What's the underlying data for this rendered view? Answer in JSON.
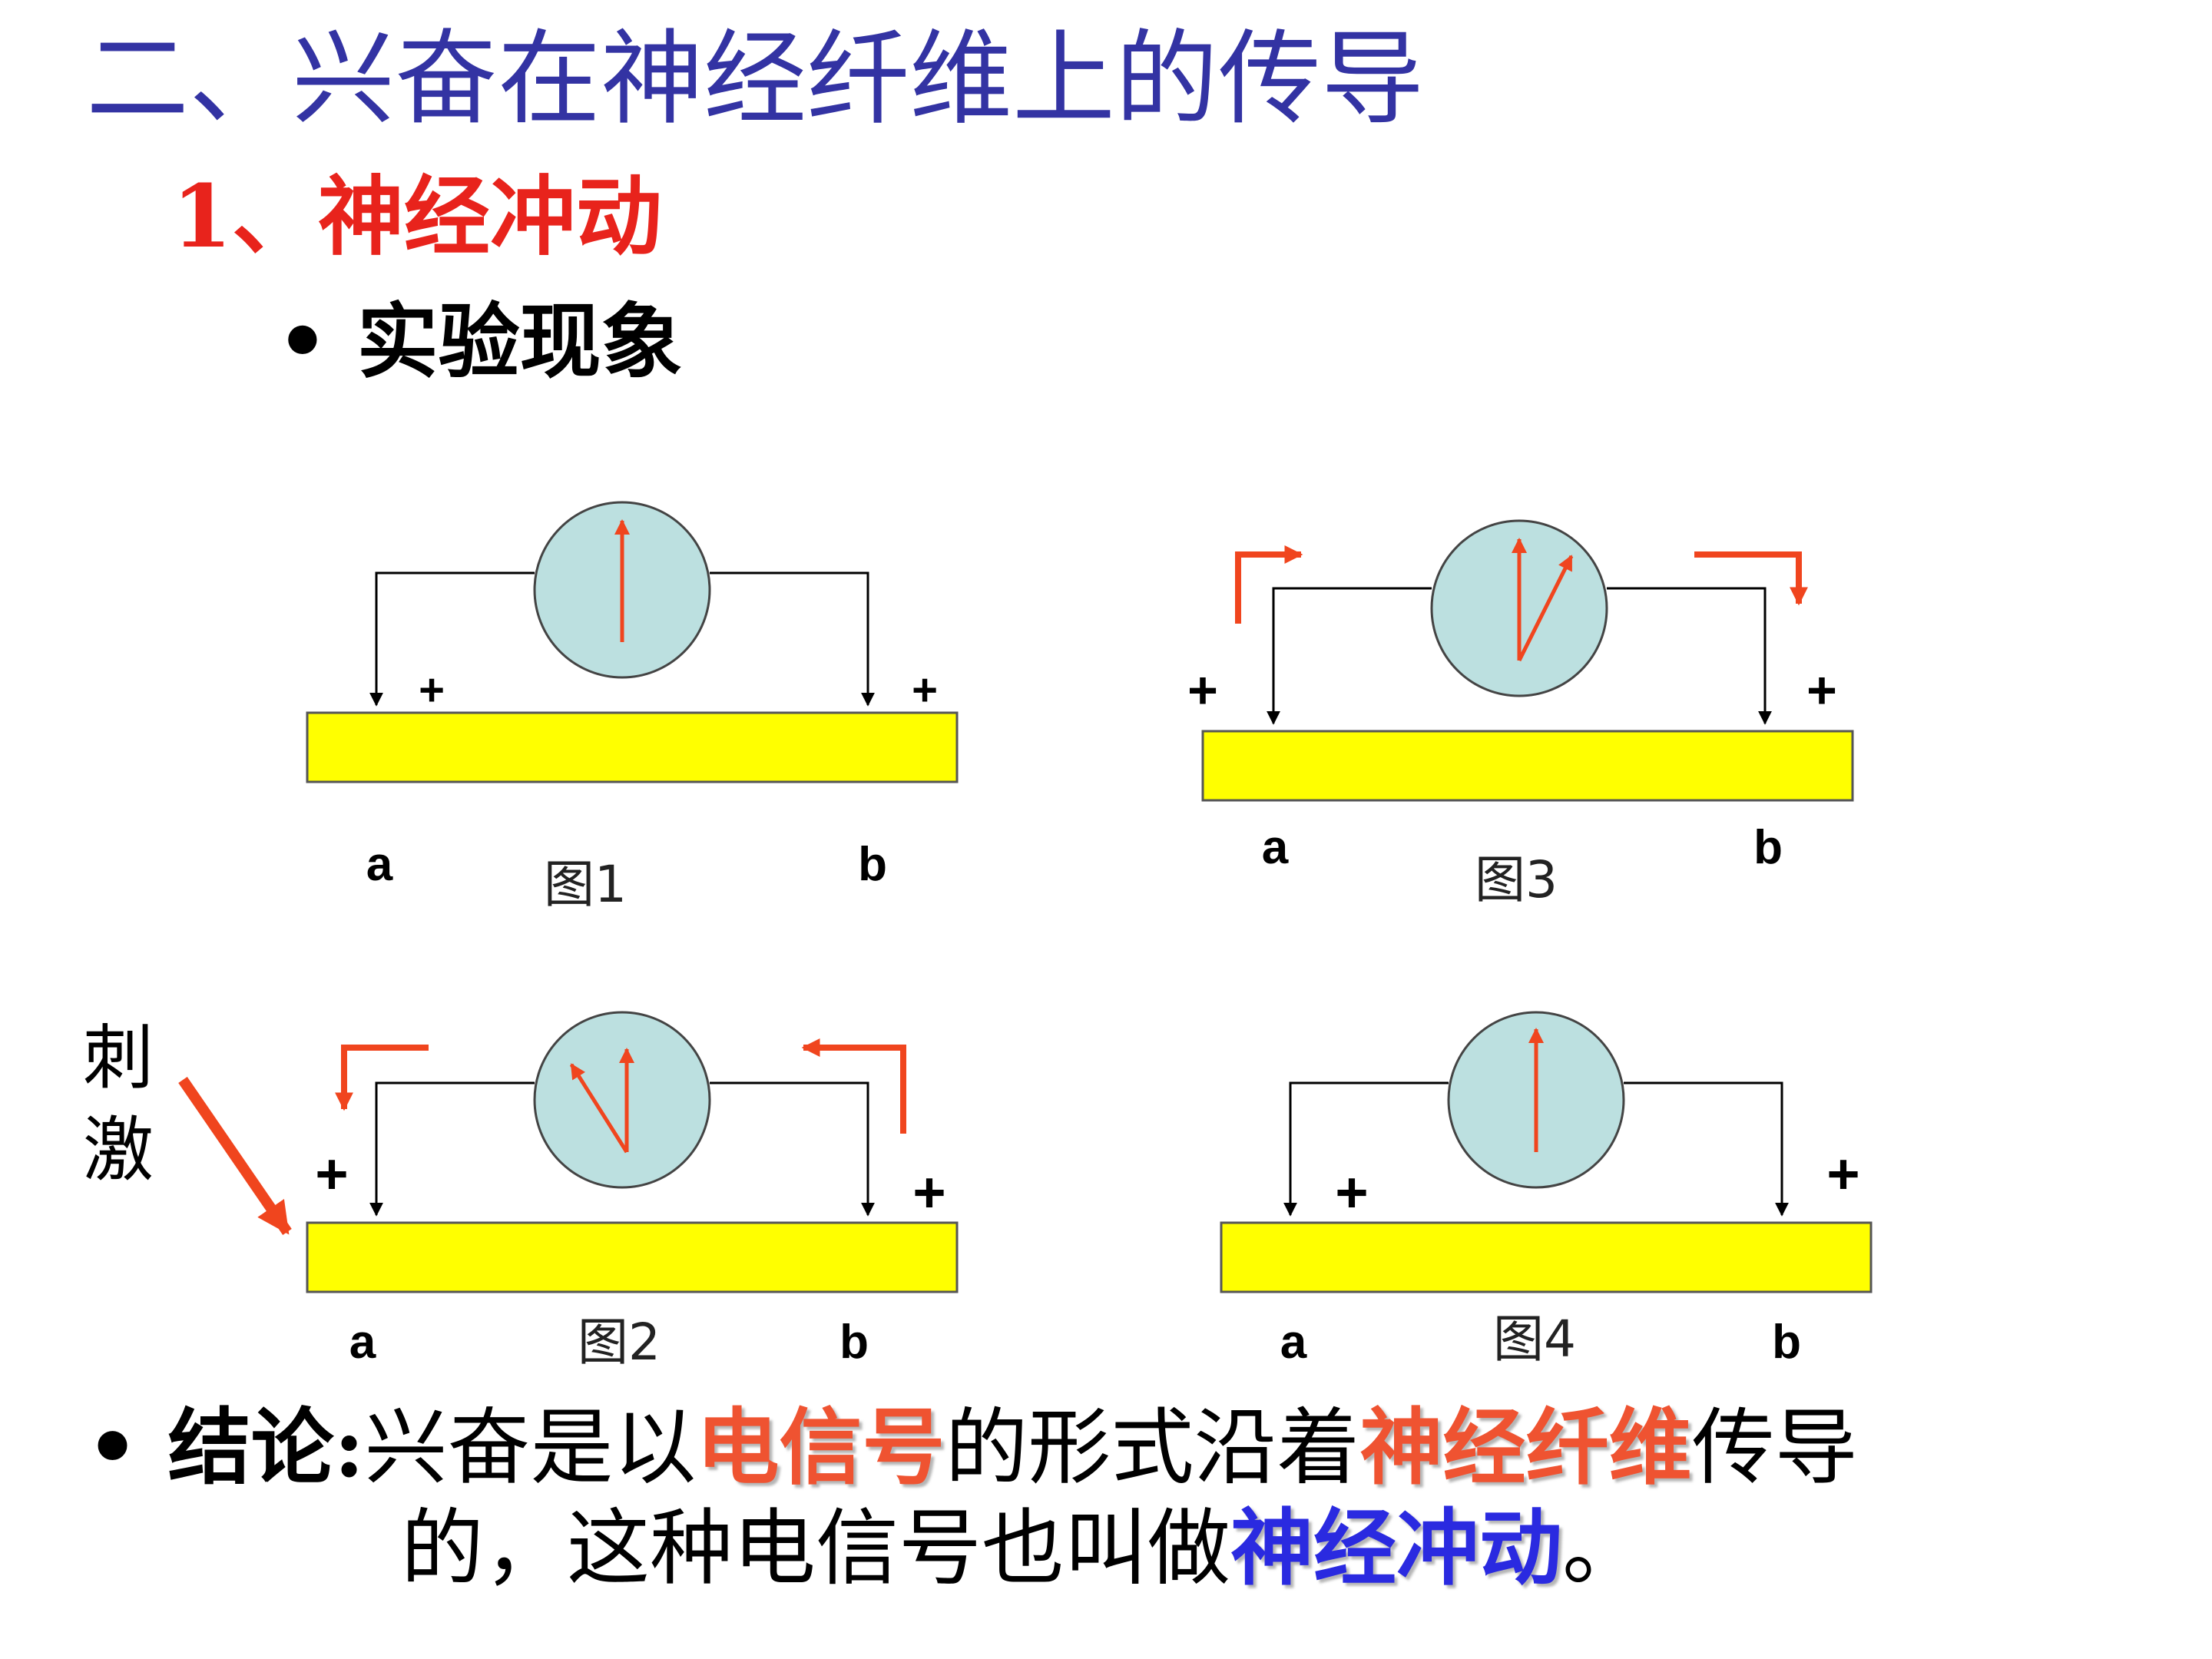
{
  "title": "二、兴奋在神经纤维上的传导",
  "subtitle": "1、神经冲动",
  "bullet": "• 实验现象",
  "stimulus": {
    "char1": "刺",
    "char2": "激"
  },
  "figures": [
    {
      "caption": "图1",
      "left_point": "a",
      "right_point": "b",
      "left_sign": "+",
      "right_sign": "+"
    },
    {
      "caption": "图2",
      "left_point": "a",
      "right_point": "b",
      "left_sign": "+",
      "right_sign": "+"
    },
    {
      "caption": "图3",
      "left_point": "a",
      "right_point": "b",
      "left_sign": "+",
      "right_sign": "+"
    },
    {
      "caption": "图4",
      "left_point": "a",
      "right_point": "b",
      "left_sign": "+",
      "right_sign": "+"
    }
  ],
  "conclusion": {
    "lead": "• 结论:",
    "text1": "兴奋是以",
    "hl1": "电信号",
    "text2": "的形式沿着",
    "hl2": "神经纤维",
    "text3": "传导",
    "text4": "的，这种电信号也叫做",
    "hl3": "神经冲动",
    "text5": "。"
  },
  "colors": {
    "title": "#3333a3",
    "subtitle": "#e8231c",
    "fiber": "#ffff00",
    "meter": "#bce0e0",
    "arrow": "#f0451e",
    "highlight_red": "#ef5331",
    "highlight_blue": "#2a2ae0"
  }
}
